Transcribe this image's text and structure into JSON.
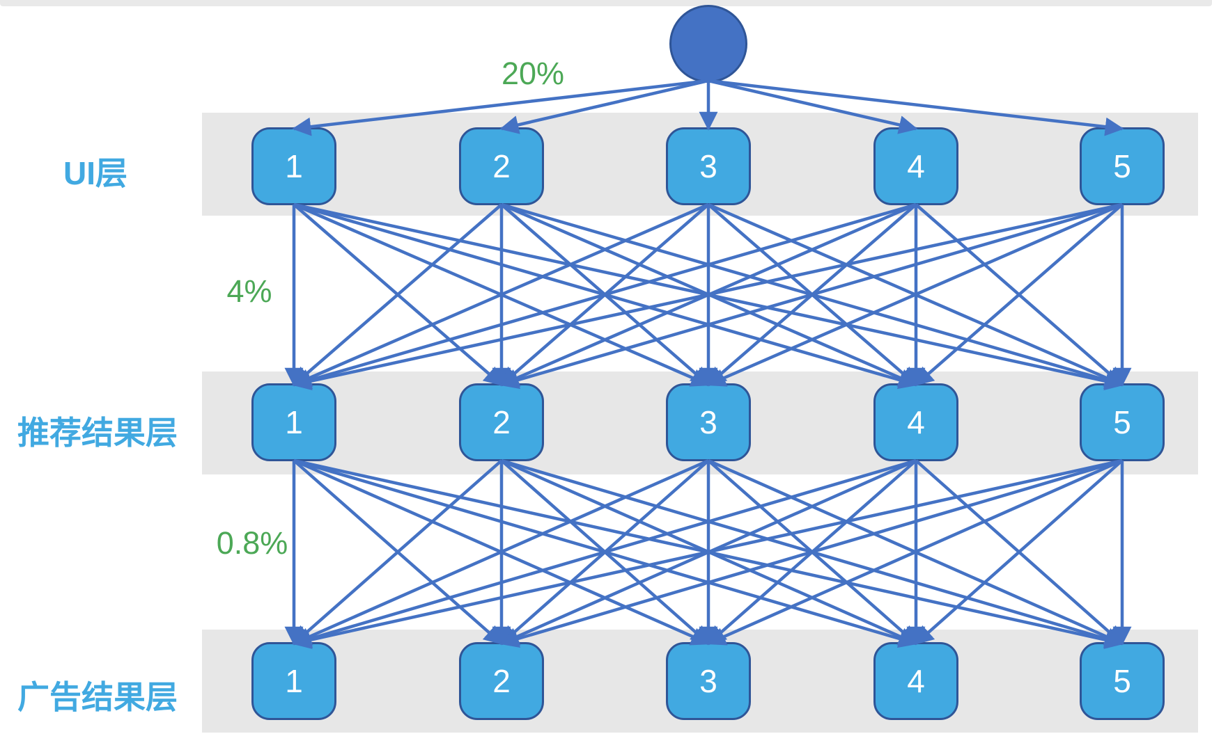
{
  "diagram": {
    "layers": [
      {
        "id": "ui",
        "label": "UI层",
        "conversion_rate": "20%",
        "nodes": [
          "1",
          "2",
          "3",
          "4",
          "5"
        ]
      },
      {
        "id": "recommendation",
        "label": "推荐结果层",
        "conversion_rate": "4%",
        "nodes": [
          "1",
          "2",
          "3",
          "4",
          "5"
        ]
      },
      {
        "id": "ad",
        "label": "广告结果层",
        "conversion_rate": "0.8%",
        "nodes": [
          "1",
          "2",
          "3",
          "4",
          "5"
        ]
      }
    ],
    "colors": {
      "top_bar": "#E9E9E9",
      "band": "#E7E7E7",
      "node_fill": "#41A9E1",
      "node_border": "#2F5597",
      "node_text": "#FFFFFF",
      "root_fill": "#4472C4",
      "root_border": "#2F5597",
      "connector": "#4472C4",
      "layer_label_text": "#41A9E1",
      "rate_text": "#4CA856"
    }
  }
}
